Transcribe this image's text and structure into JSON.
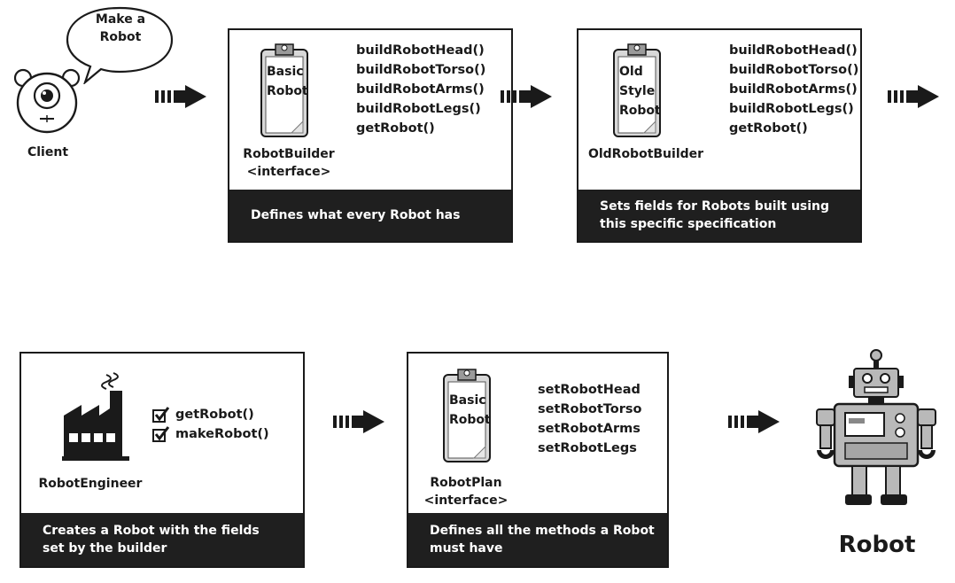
{
  "client": {
    "speech": [
      "Make a",
      "Robot"
    ],
    "label": "Client"
  },
  "robot_builder": {
    "clipboard_lines": [
      "Basic",
      "Robot"
    ],
    "name_lines": [
      "RobotBuilder",
      "<interface>"
    ],
    "methods": [
      "buildRobotHead()",
      "buildRobotTorso()",
      "buildRobotArms()",
      "buildRobotLegs()",
      "getRobot()"
    ],
    "caption": [
      "Defines what every Robot has"
    ]
  },
  "old_robot_builder": {
    "clipboard_lines": [
      "Old",
      "Style",
      "Robot"
    ],
    "name_lines": [
      "OldRobotBuilder"
    ],
    "methods": [
      "buildRobotHead()",
      "buildRobotTorso()",
      "buildRobotArms()",
      "buildRobotLegs()",
      "getRobot()"
    ],
    "caption": [
      "Sets fields for Robots built using",
      "this specific specification"
    ]
  },
  "robot_engineer": {
    "name": "RobotEngineer",
    "checklist": [
      "getRobot()",
      "makeRobot()"
    ],
    "caption": [
      "Creates a Robot with the fields",
      "set by the builder"
    ]
  },
  "robot_plan": {
    "clipboard_lines": [
      "Basic",
      "Robot"
    ],
    "name_lines": [
      "RobotPlan",
      "<interface>"
    ],
    "methods": [
      "setRobotHead",
      "setRobotTorso",
      "setRobotArms",
      "setRobotLegs"
    ],
    "caption": [
      "Defines all the methods a Robot",
      "must have"
    ]
  },
  "robot": {
    "label": "Robot"
  },
  "colors": {
    "ink": "#1a1a1a",
    "caption_bg": "#1f1f1f",
    "robot_body": "#b9b9b9"
  }
}
